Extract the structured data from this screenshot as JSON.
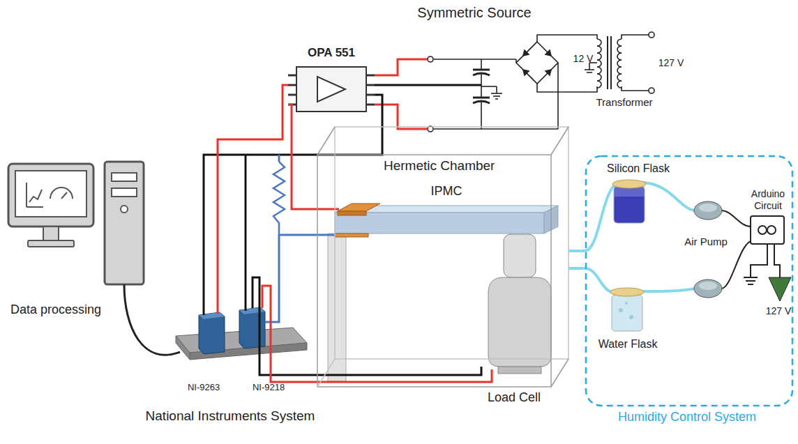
{
  "diagram": {
    "nodes": [
      {
        "text": [
          "Hermetic Chamber"
        ]
      },
      {
        "text": [
          "Humidity Control System"
        ]
      }
    ],
    "edges": [
      {
        "from": 0,
        "to": 1,
        "arrow": "none"
      },
      {
        "from": 0,
        "to": 1,
        "arrow": "none"
      }
    ],
    "labels": [
      "Symmetric Source",
      "OPA 551",
      "12 V",
      "127 V",
      "Transformer",
      "IPMC",
      "Load Cell",
      "Silicon Flask",
      "Air Pump",
      "Arduino Circuit",
      "Water Flask",
      "127 V",
      "Data processing",
      "NI-9263",
      "NI-9218",
      "National Instruments System"
    ]
  }
}
